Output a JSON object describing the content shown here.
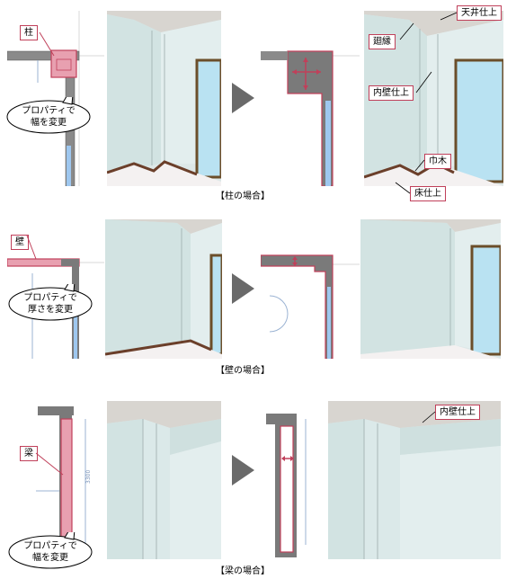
{
  "sections": [
    {
      "caption": "【柱の場合】",
      "element_label": "柱",
      "bubble_line1": "プロパティで",
      "bubble_line2": "幅を変更"
    },
    {
      "caption": "【壁の場合】",
      "element_label": "壁",
      "bubble_line1": "プロパティで",
      "bubble_line2": "厚さを変更"
    },
    {
      "caption": "【梁の場合】",
      "element_label": "梁",
      "bubble_line1": "プロパティで",
      "bubble_line2": "幅を変更"
    }
  ],
  "finish_labels": {
    "ceiling": "天井仕上",
    "molding": "廻縁",
    "inner_wall": "内壁仕上",
    "baseboard": "巾木",
    "floor": "床仕上",
    "beam_inner_wall": "内壁仕上"
  },
  "beam_dimension": "3300",
  "colors": {
    "highlight": "#e8a0b0",
    "highlight_border": "#c0405a",
    "wall_fill": "#7a7a7a",
    "room_wall": "#dde8e8",
    "arrow": "#6a6a6a"
  }
}
